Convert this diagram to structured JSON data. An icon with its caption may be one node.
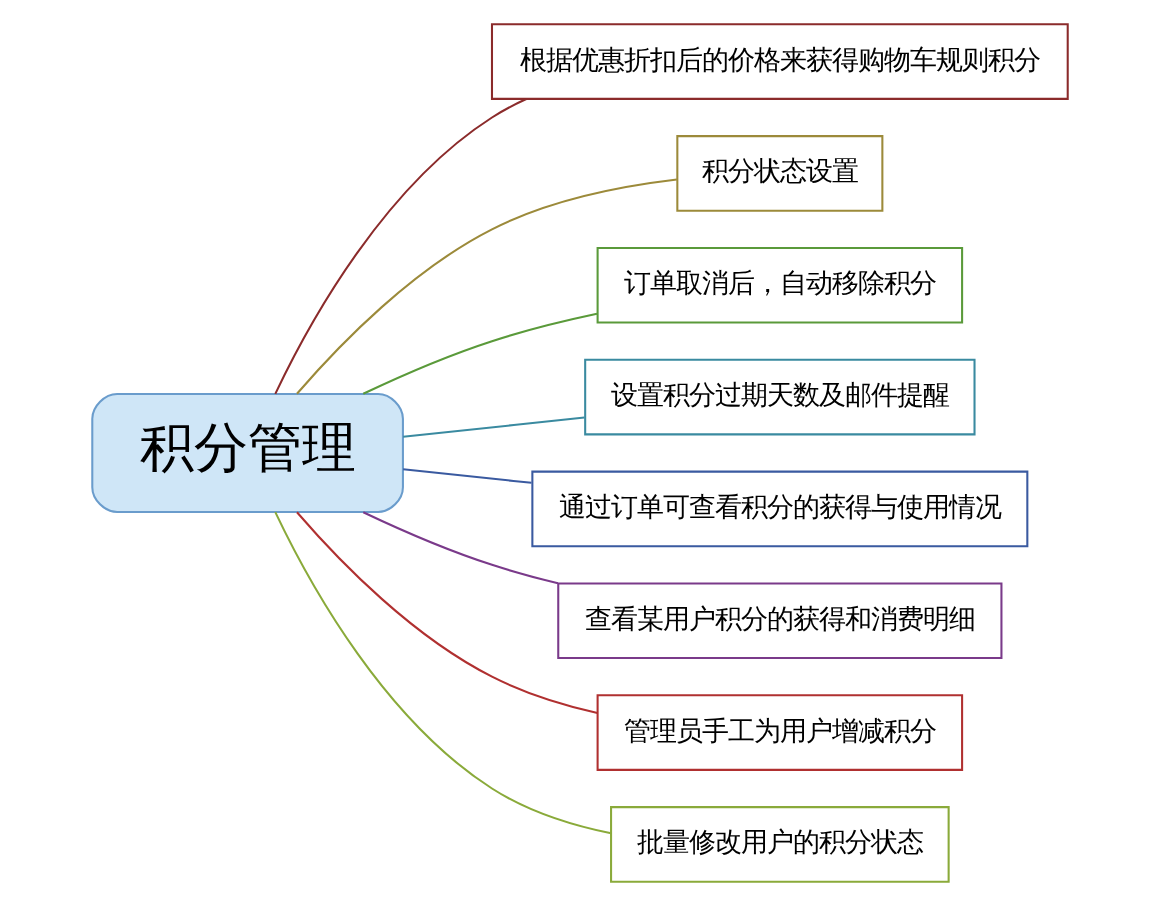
{
  "diagram": {
    "nodes": [
      {
        "text": [
          "积分管理"
        ]
      },
      {
        "text": [
          "根据优惠折扣后的价格来获得购物车规则积分"
        ]
      },
      {
        "text": [
          "积分状态设置"
        ]
      },
      {
        "text": [
          "订单取消后，自动移除积分"
        ]
      },
      {
        "text": [
          "设置积分过期天数及邮件提醒"
        ]
      },
      {
        "text": [
          "通过订单可查看积分的获得与使用情况"
        ]
      },
      {
        "text": [
          "查看某用户积分的获得和消费明细"
        ]
      },
      {
        "text": [
          "管理员手工为用户增减积分"
        ]
      },
      {
        "text": [
          "批量修改用户的积分状态"
        ]
      }
    ],
    "edges": [
      {
        "from": 0,
        "to": 1,
        "arrow": "none",
        "color": "#8b2b2b"
      },
      {
        "from": 0,
        "to": 2,
        "arrow": "none",
        "color": "#9c8a3a"
      },
      {
        "from": 0,
        "to": 3,
        "arrow": "none",
        "color": "#5a9a3a"
      },
      {
        "from": 0,
        "to": 4,
        "arrow": "none",
        "color": "#3a8aa0"
      },
      {
        "from": 0,
        "to": 5,
        "arrow": "none",
        "color": "#3a5aa0"
      },
      {
        "from": 0,
        "to": 6,
        "arrow": "none",
        "color": "#7a3a8a"
      },
      {
        "from": 0,
        "to": 7,
        "arrow": "none",
        "color": "#b03030"
      },
      {
        "from": 0,
        "to": 8,
        "arrow": "none",
        "color": "#8aaa3a"
      }
    ]
  }
}
